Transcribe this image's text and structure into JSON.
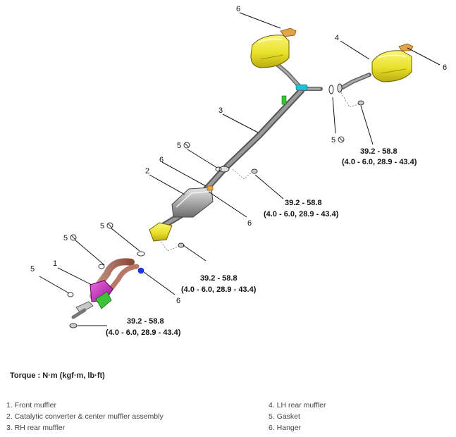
{
  "callouts": {
    "c1": "1",
    "c2": "2",
    "c3": "3",
    "c4": "4",
    "c5a": "5",
    "c5b": "5",
    "c5c": "5",
    "c5d": "5",
    "c5e": "5",
    "c6a": "6",
    "c6b": "6",
    "c6c": "6",
    "c6d": "6"
  },
  "torque_specs": [
    {
      "nm": "39.2 - 58.8",
      "alt": "(4.0 - 6.0, 28.9 - 43.4)"
    },
    {
      "nm": "39.2 - 58.8",
      "alt": "(4.0 - 6.0, 28.9 - 43.4)"
    },
    {
      "nm": "39.2 - 58.8",
      "alt": "(4.0 - 6.0, 28.9 - 43.4)"
    },
    {
      "nm": "39.2 - 58.8",
      "alt": "(4.0 - 6.0, 28.9 - 43.4)"
    }
  ],
  "torque_unit": "Torque : N·m (kgf·m, lb·ft)",
  "legend_left": [
    "1. Front muffler",
    "2. Catalytic converter & center muffler assembly",
    "3. RH rear muffler"
  ],
  "legend_right": [
    "4. LH rear muffler",
    "5. Gasket",
    "6. Hanger"
  ],
  "colors": {
    "muffler_yellow": "#e8e02a",
    "converter_magenta": "#c21fb8",
    "converter_green": "#3cc23a",
    "pipe_gray": "#6e6e6e",
    "clamp_cyan": "#1cc0d8",
    "hanger_orange": "#e3a346"
  }
}
